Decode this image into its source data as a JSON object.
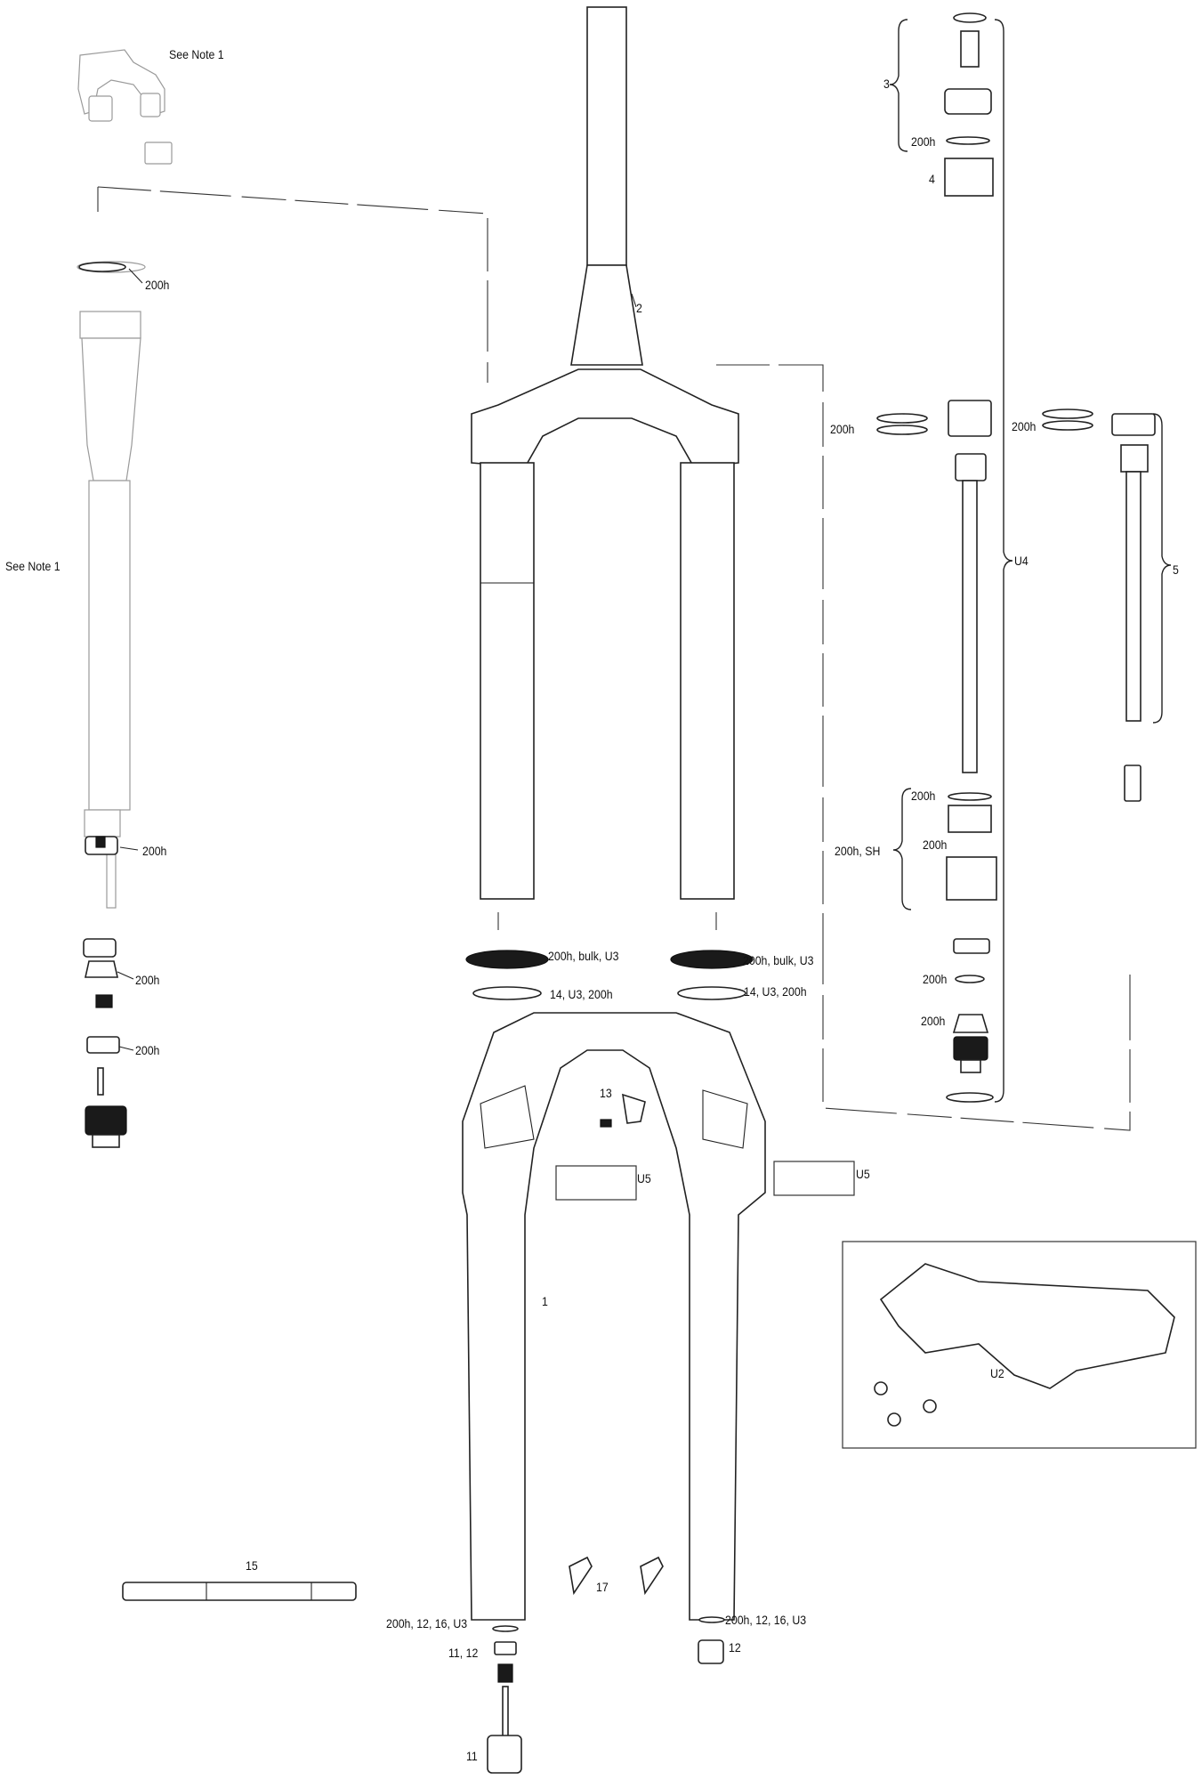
{
  "labels": {
    "see_note_top": "See Note 1",
    "see_note_side": "See Note 1",
    "l_200h_left_top": "200h",
    "l_200h_left_mid": "200h",
    "l_200h_left_a": "200h",
    "l_200h_left_b": "200h",
    "l_2": "2",
    "l_3": "3",
    "l_200h_r_top": "200h",
    "l_4": "4",
    "l_200h_r_a": "200h",
    "l_200h_r_b": "200h",
    "l_u4": "U4",
    "l_5": "5",
    "l_200h_r_c": "200h",
    "l_200h_sh": "200h, SH",
    "l_200h_r_d": "200h",
    "l_200h_r_e": "200h",
    "l_200h_r_f": "200h",
    "l_bulk_left": "200h, bulk, U3",
    "l_bulk_right": "200h, bulk, U3",
    "l_14_left": "14, U3, 200h",
    "l_14_right": "14, U3, 200h",
    "l_13": "13",
    "l_u5_left": "U5",
    "l_u5_right": "U5",
    "l_1": "1",
    "l_u2": "U2",
    "l_15": "15",
    "l_17": "17",
    "l_200h_12_16_left": "200h, 12, 16, U3",
    "l_200h_12_16_right": "200h, 12, 16, U3",
    "l_11_12": "11, 12",
    "l_12": "12",
    "l_11": "11"
  }
}
